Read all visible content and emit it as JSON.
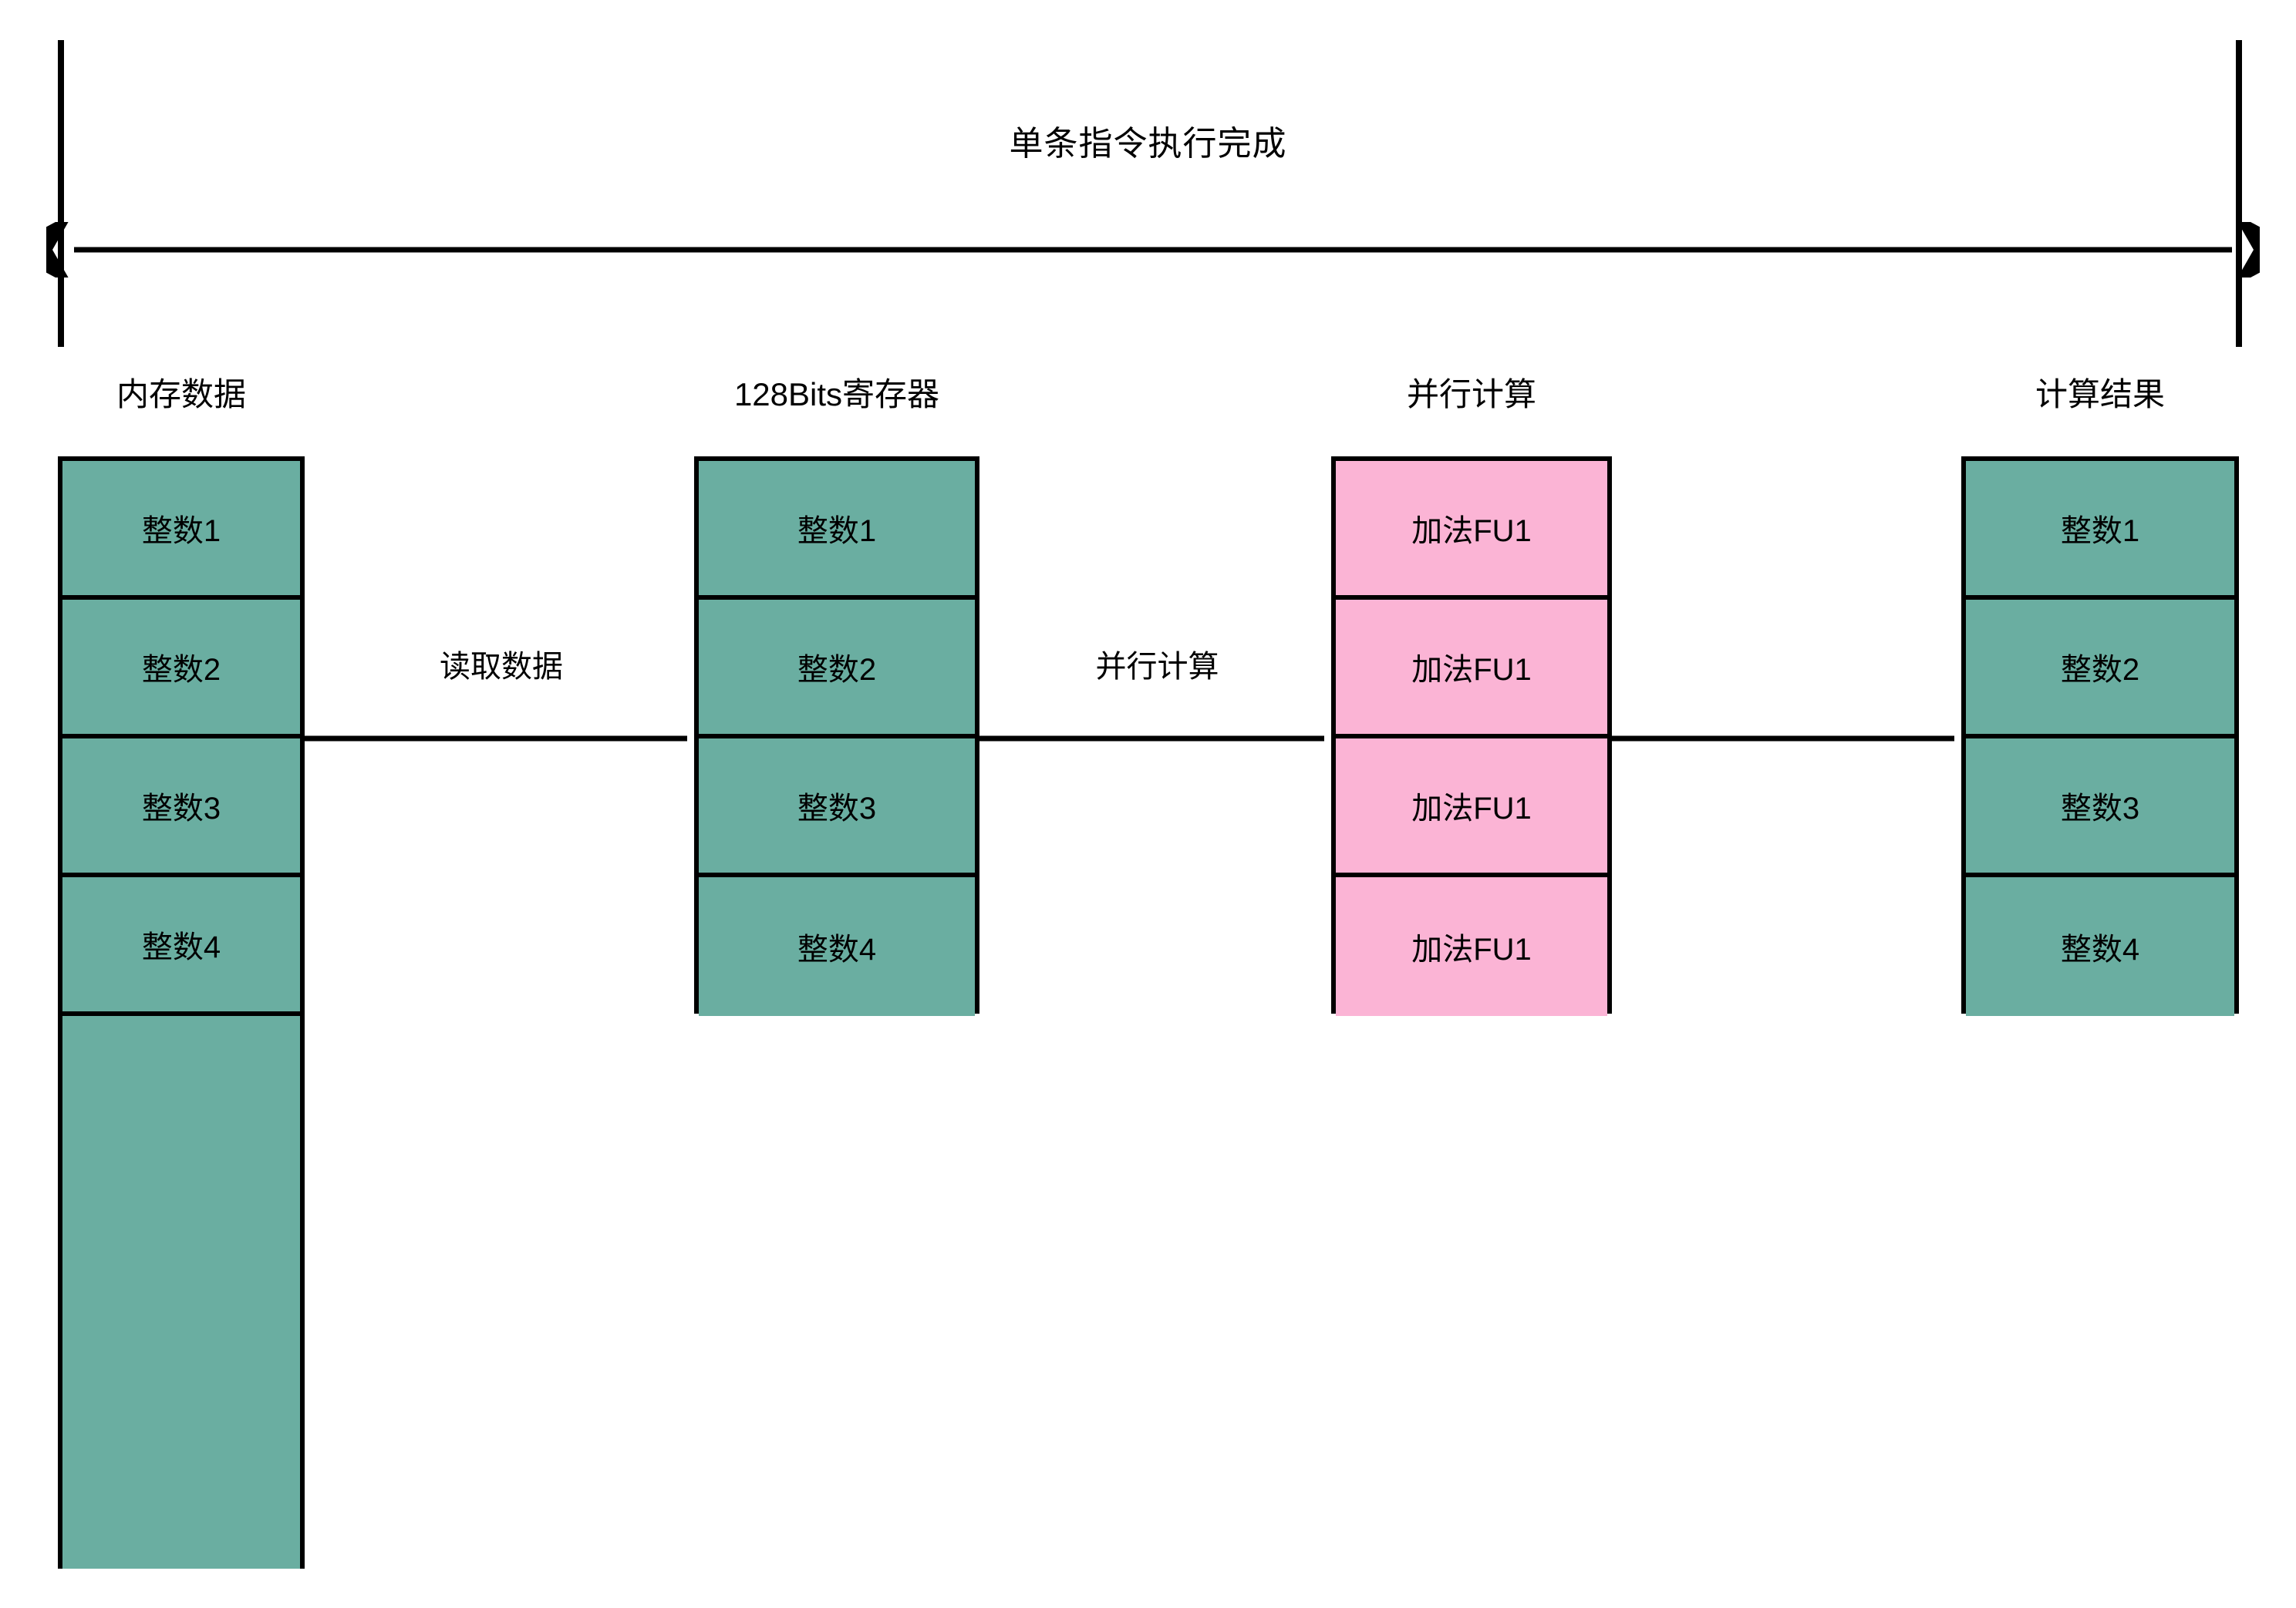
{
  "timeline": {
    "title": "单条指令执行完成",
    "arrow_icon": "double-headed-arrow-icon"
  },
  "colors": {
    "green": "#6AAEA1",
    "pink": "#FBB4D5",
    "stroke": "#000000",
    "background": "#FFFFFF"
  },
  "columns": [
    {
      "header": "内存数据",
      "fill": "green",
      "cells": [
        "整数1",
        "整数2",
        "整数3",
        "整数4",
        ""
      ]
    },
    {
      "header": "128Bits寄存器",
      "fill": "green",
      "cells": [
        "整数1",
        "整数2",
        "整数3",
        "整数4"
      ]
    },
    {
      "header": "并行计算",
      "fill": "pink",
      "cells": [
        "加法FU1",
        "加法FU1",
        "加法FU1",
        "加法FU1"
      ]
    },
    {
      "header": "计算结果",
      "fill": "green",
      "cells": [
        "整数1",
        "整数2",
        "整数3",
        "整数4"
      ]
    }
  ],
  "flows": [
    {
      "label": "读取数据",
      "icon": "right-arrow-icon"
    },
    {
      "label": "并行计算",
      "icon": "right-arrow-icon"
    },
    {
      "label": "",
      "icon": "right-arrow-icon"
    }
  ]
}
